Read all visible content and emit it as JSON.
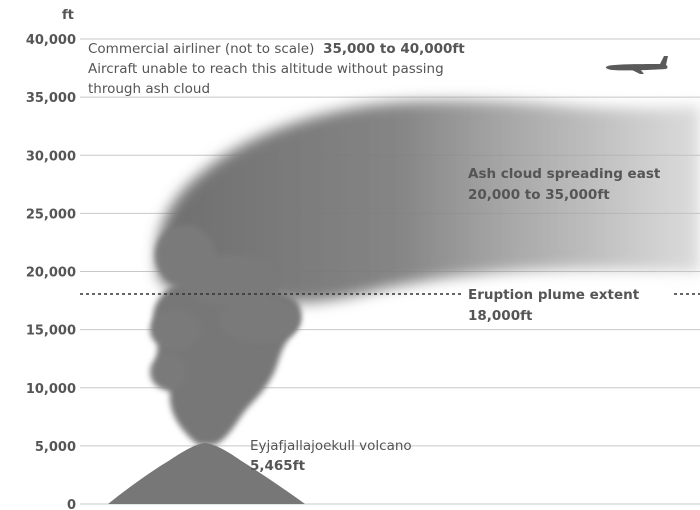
{
  "unit_label": "ft",
  "colors": {
    "cloud": "#7a7a7a",
    "volcano": "#777777",
    "grid": "#c8c8c8",
    "text": "#555555",
    "plume_line": "#333333",
    "airliner": "#5a5a5a"
  },
  "chart_data": {
    "type": "diagram",
    "y_axis": {
      "unit": "ft",
      "min": 0,
      "max": 40000,
      "ticks": [
        0,
        5000,
        10000,
        15000,
        20000,
        25000,
        30000,
        35000,
        40000
      ],
      "tick_labels": [
        "0",
        "5,000",
        "10,000",
        "15,000",
        "20,000",
        "25,000",
        "30,000",
        "35,000",
        "40,000"
      ]
    },
    "grid": true,
    "volcano_summit_ft": 5465,
    "plume_extent_ft": 18000,
    "ash_cloud_range_ft": [
      20000,
      35000
    ]
  },
  "annotations": {
    "airliner_line1_a": "Commercial airliner (not to scale)",
    "airliner_line1_b": "35,000 to 40,000ft",
    "airliner_line2": "Aircraft unable to reach this altitude without passing",
    "airliner_line3": "through ash cloud",
    "ash_line1": "Ash cloud spreading east",
    "ash_line2": "20,000 to 35,000ft",
    "plume_line1": "Eruption plume extent",
    "plume_line2": "18,000ft",
    "volcano_line1": "Eyjafjallajoekull volcano",
    "volcano_line2": "5,465ft"
  }
}
